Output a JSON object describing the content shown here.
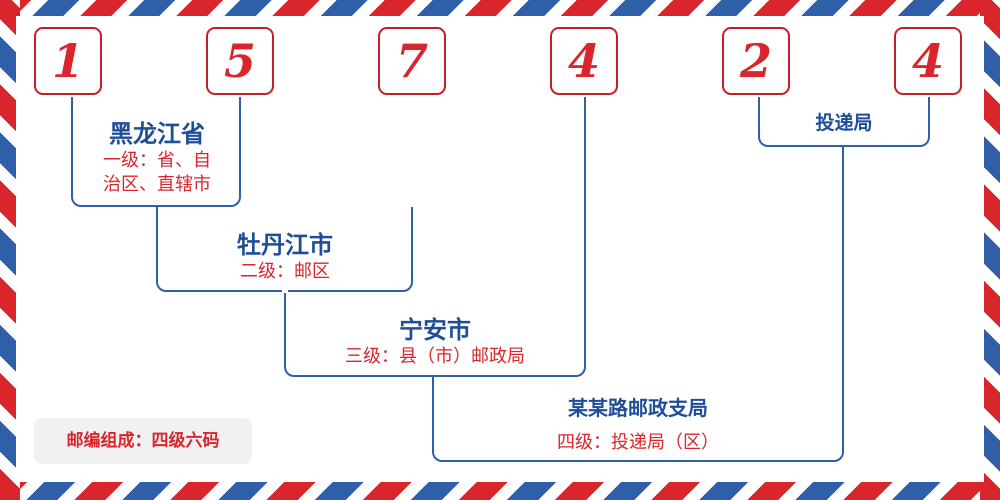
{
  "postcode_digits": [
    "1",
    "5",
    "7",
    "4",
    "2",
    "4"
  ],
  "levels": [
    {
      "place": "黑龙江省",
      "level_line1": "一级：省、自",
      "level_line2": "治区、直辖市"
    },
    {
      "place": "牡丹江市",
      "level": "二级：邮区"
    },
    {
      "place": "宁安市",
      "level": "三级：县（市）邮政局"
    },
    {
      "place": "某某路邮政支局",
      "level": "四级：投递局（区）"
    }
  ],
  "delivery_office": "投递局",
  "legend": "邮编组成：四级六码",
  "colors": {
    "red": "#d8262c",
    "blue": "#2f5fa8",
    "navy_text": "#1f4e99"
  }
}
